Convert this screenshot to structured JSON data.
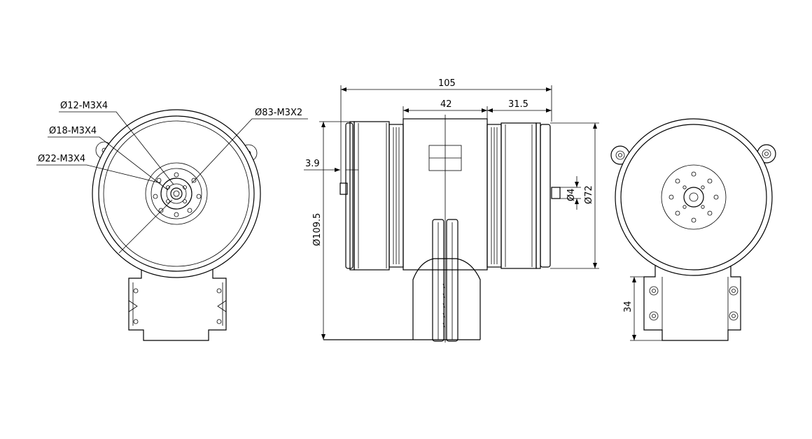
{
  "drawing": {
    "front_view": {
      "callouts": {
        "d12": "Ø12-M3X4",
        "d18": "Ø18-M3X4",
        "d22": "Ø22-M3X4",
        "d83": "Ø83-M3X2"
      }
    },
    "side_view": {
      "dims": {
        "overall_length": "105",
        "center_width": "42",
        "right_section": "31.5",
        "shaft_stub": "3.9",
        "overall_height": "Ø109.5",
        "shaft_dia": "Ø4",
        "body_dia": "Ø72"
      }
    },
    "rear_view": {
      "dims": {
        "bracket_height": "34"
      }
    }
  }
}
